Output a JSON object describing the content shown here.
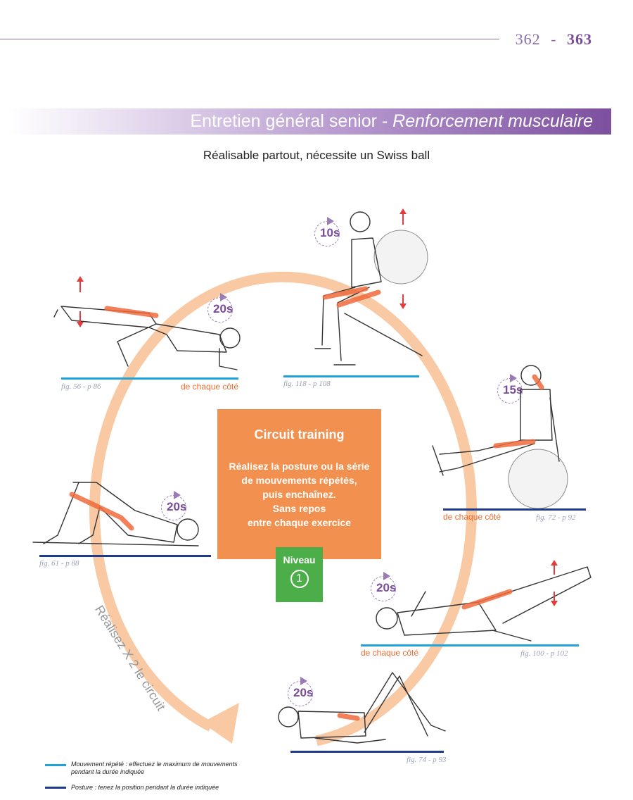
{
  "header": {
    "page_left": "362",
    "separator": "-",
    "page_right": "363"
  },
  "banner": {
    "title_regular": "Entretien général senior - ",
    "title_italic": "Renforcement musculaire"
  },
  "subtitle": "Réalisable partout, nécessite un Swiss ball",
  "center_box": {
    "title": "Circuit training",
    "lines": [
      "Réalisez la posture ou la série",
      "de mouvements répétés,",
      "puis enchaînez.",
      "Sans repos",
      "entre chaque exercice"
    ]
  },
  "level": {
    "label": "Niveau",
    "number": "1"
  },
  "repeat_label": "Réalisez X 2 le circuit",
  "exercises": [
    {
      "duration": "10s",
      "fig_ref": "fig. 118 - p 108",
      "side_note": "",
      "line_type": "repeat"
    },
    {
      "duration": "15s",
      "fig_ref": "fig. 72 - p 92",
      "side_note": "de chaque côté",
      "line_type": "posture"
    },
    {
      "duration": "20s",
      "fig_ref": "fig. 100 - p 102",
      "side_note": "de chaque côté",
      "line_type": "repeat"
    },
    {
      "duration": "20s",
      "fig_ref": "fig. 74 - p 93",
      "side_note": "",
      "line_type": "posture"
    },
    {
      "duration": "20s",
      "fig_ref": "fig. 61 - p 88",
      "side_note": "",
      "line_type": "posture"
    },
    {
      "duration": "20s",
      "fig_ref": "fig. 56 - p 86",
      "side_note": "de chaque côté",
      "line_type": "repeat"
    }
  ],
  "legend": [
    {
      "type": "repeat",
      "color": "#1fa2d9",
      "text_1": "Mouvement répété : effectuez le maximum de mouvements",
      "text_2": "pendant la durée indiquée"
    },
    {
      "type": "posture",
      "color": "#1e3a8a",
      "text_1": "Posture : tenez la position pendant la durée indiquée",
      "text_2": ""
    }
  ],
  "colors": {
    "accent_purple": "#7a4c9c",
    "circuit_orange": "#f2904f",
    "level_green": "#4cae48",
    "circle_peach": "#f9c9a4"
  }
}
